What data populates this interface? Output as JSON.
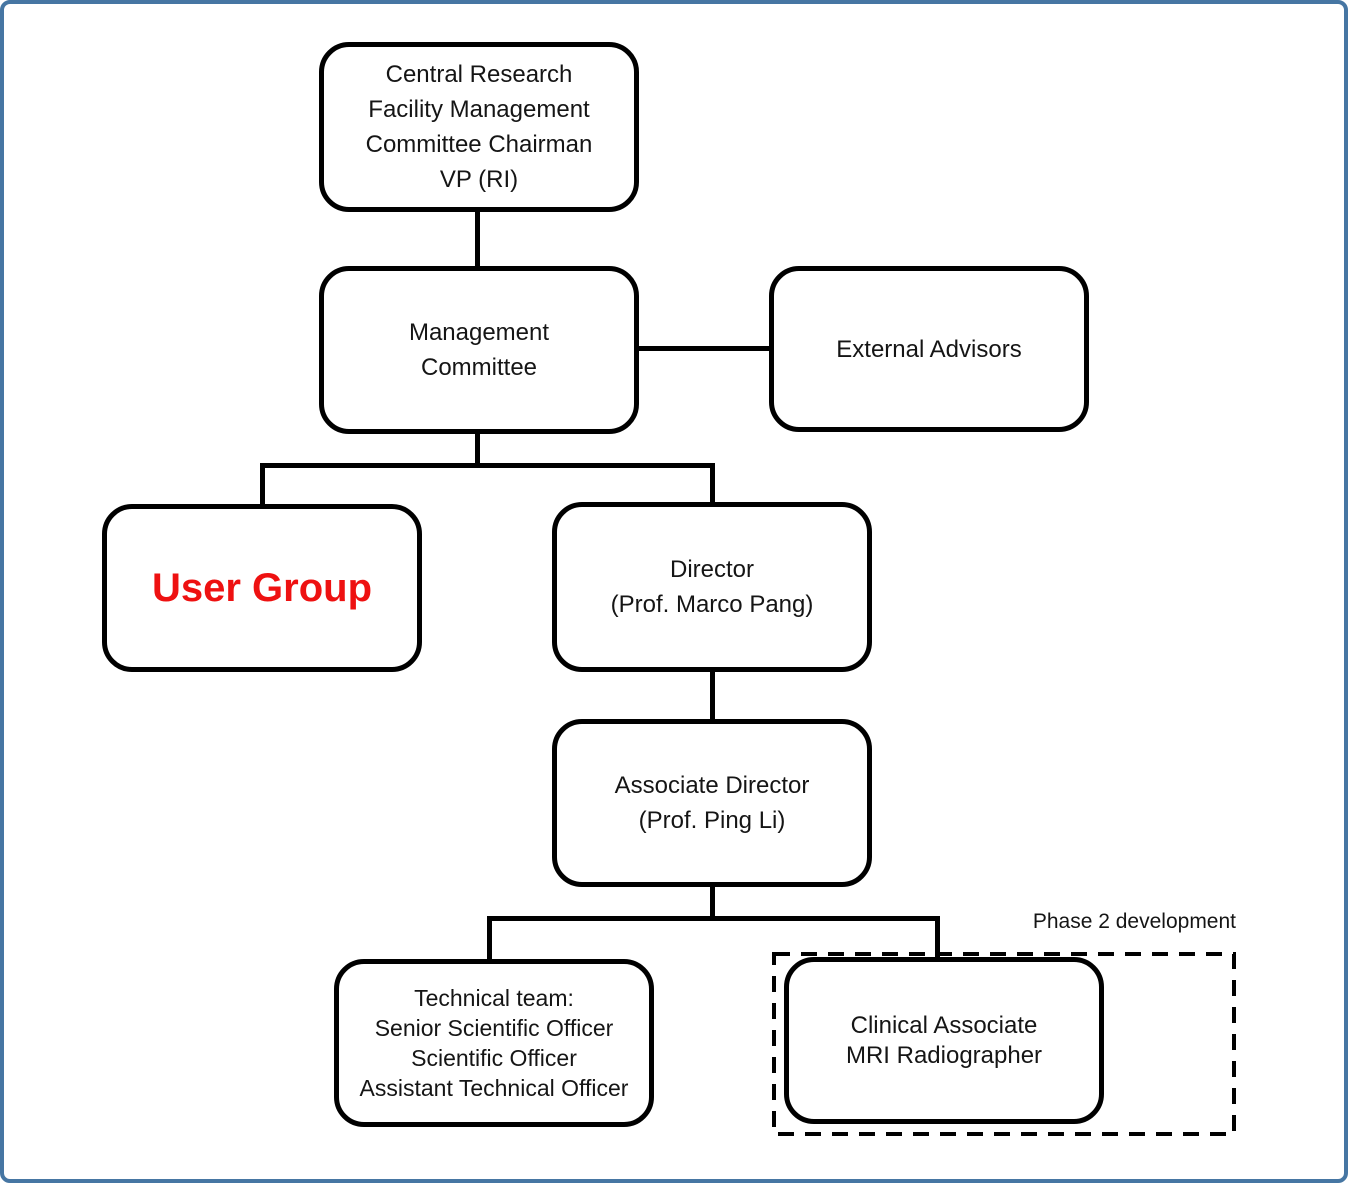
{
  "nodes": {
    "chairman": {
      "lines": [
        "Central Research",
        "Facility Management",
        "Committee Chairman",
        "VP (RI)"
      ]
    },
    "management_committee": {
      "lines": [
        "Management",
        "Committee"
      ]
    },
    "external_advisors": {
      "lines": [
        "External Advisors"
      ]
    },
    "user_group": {
      "lines": [
        "User Group"
      ],
      "text_color": "#ee1111"
    },
    "director": {
      "lines": [
        "Director",
        "(Prof. Marco Pang)"
      ]
    },
    "associate_director": {
      "lines": [
        "Associate Director",
        "(Prof. Ping Li)"
      ]
    },
    "technical_team": {
      "lines": [
        "Technical team:",
        "Senior Scientific Officer",
        "Scientific Officer",
        "Assistant Technical Officer"
      ]
    },
    "clinical_associate": {
      "lines": [
        "Clinical Associate",
        "MRI Radiographer"
      ]
    }
  },
  "annotations": {
    "phase_2_label": "Phase 2 development"
  },
  "colors": {
    "frame_border": "#4676a3",
    "node_border": "#000000",
    "connector": "#000000",
    "user_group_text": "#ee1111"
  }
}
